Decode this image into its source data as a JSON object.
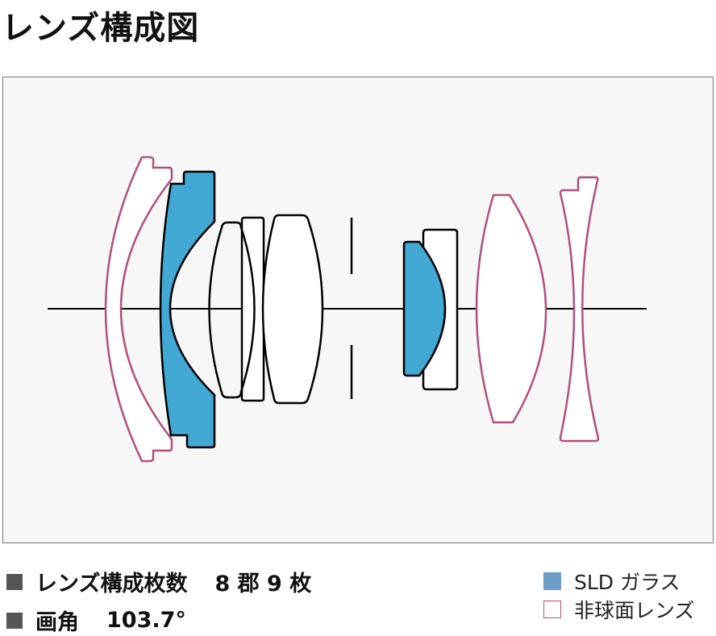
{
  "title": "レンズ構成図",
  "specs": {
    "elements_label": "レンズ構成枚数",
    "elements_value": "8 郡 9 枚",
    "angle_label": "画角",
    "angle_value": "103.7°"
  },
  "legend": [
    {
      "label": "SLD ガラス",
      "color": "#6c9cc8"
    },
    {
      "label": "非球面レンズ",
      "color": "#b0507e"
    }
  ],
  "colors": {
    "sld_fill": "#41a9d3",
    "aspheric_stroke": "#b0507e"
  }
}
